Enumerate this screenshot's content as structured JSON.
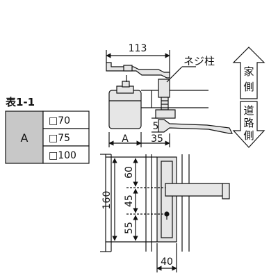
{
  "table": {
    "title": "表1-1",
    "row_label": "A",
    "options": [
      "□70",
      "□75",
      "□100"
    ]
  },
  "dimensions": {
    "top_width": "113",
    "width_a": "A",
    "width_35": "35",
    "small_5": "5",
    "total_height": "160",
    "seg_top": "60",
    "seg_mid": "45",
    "seg_bottom": "55",
    "bottom_width": "40"
  },
  "labels": {
    "screw_post": "ネジ柱",
    "house_side": [
      "家",
      "側"
    ],
    "road_side": [
      "道",
      "路",
      "側"
    ]
  },
  "colors": {
    "line": "#111111",
    "table_fill": "#c8c8c8",
    "part_fill": "#e6e6e6",
    "background": "#ffffff"
  }
}
